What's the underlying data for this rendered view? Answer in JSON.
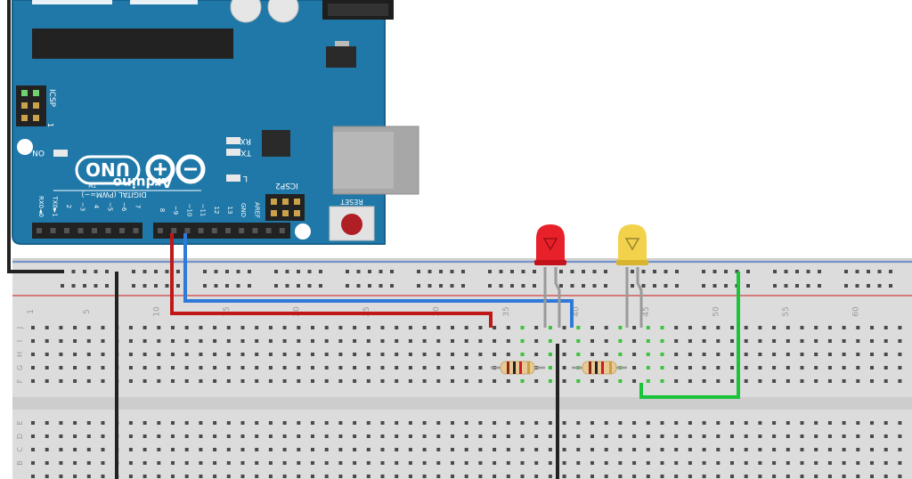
{
  "colors": {
    "board": "#1f78a8",
    "board_edge": "#15618c",
    "breadboard": "#dcdcdc",
    "hole": "#4a4a4a",
    "hole_active": "#3cc23c",
    "rail_red": "#d04040",
    "rail_blue": "#3c6fd0",
    "wire_black": "#222222",
    "wire_red": "#c01818",
    "wire_blue": "#2f7ad8",
    "wire_green": "#19c33a",
    "led_red": "#e8202a",
    "led_yellow": "#f2d24a",
    "reset_red": "#b01e26"
  },
  "arduino": {
    "brand": "Arduino",
    "trademark": "TM",
    "model": "UNO",
    "icsp_top": "ICSP",
    "icsp_top_pin": "1",
    "icsp2": "ICSP2",
    "reset": "RESET",
    "on_label": "ON",
    "rx_label": "RX",
    "tx_label": "TX",
    "l_label": "L",
    "digital_label": "DIGITAL (PWM=~)",
    "pins_left": [
      "RX0◄0",
      "TX0►1",
      "2",
      "~3",
      "4",
      "~5",
      "~6",
      "7"
    ],
    "pins_right": [
      "8",
      "~9",
      "~10",
      "~11",
      "12",
      "13",
      "GND",
      "AREF"
    ]
  },
  "breadboard": {
    "column_labels": [
      "1",
      "5",
      "10",
      "15",
      "20",
      "25",
      "30",
      "35",
      "40",
      "45",
      "50",
      "55",
      "60"
    ],
    "row_labels_top": [
      "J",
      "I",
      "H",
      "G",
      "F"
    ],
    "row_labels_bottom": [
      "E",
      "D",
      "C",
      "B"
    ]
  },
  "components": {
    "led_red": "red-led",
    "led_yellow": "yellow-led",
    "resistor_1": "resistor",
    "resistor_2": "resistor"
  }
}
